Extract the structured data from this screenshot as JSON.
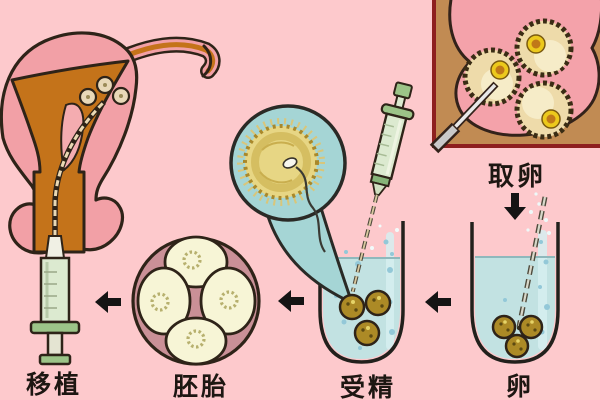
{
  "diagram": {
    "type": "medical-process-illustration",
    "subject": "in-vitro fertilization steps",
    "flow_direction": "right-to-left"
  },
  "stages": [
    {
      "id": "retrieval",
      "label": "取卵"
    },
    {
      "id": "egg",
      "label": "卵"
    },
    {
      "id": "fertilization",
      "label": "受精"
    },
    {
      "id": "embryo",
      "label": "胚胎"
    },
    {
      "id": "transfer",
      "label": "移植"
    }
  ],
  "figure_counts": {
    "follicles_in_ovary_inset": 3,
    "eggs_in_collection_beaker": 3,
    "eggs_in_fertilization_beaker": 3,
    "embryo_cells": 4,
    "embryos_in_uterus": 3,
    "left_arrows": 3,
    "down_arrows": 1
  },
  "colors": {
    "background": "#fdc9cc",
    "outline": "#2e2318",
    "uterus_pink": "#f2a0a6",
    "uterus_cavity_orange": "#c4731a",
    "beaker_water": "#c2e2e2",
    "callout_blue": "#a5d5d5",
    "egg_gold": "#ac8a26",
    "embryo_ring_mauve": "#ca9097",
    "embryo_cell_cream": "#f7f5d6",
    "inset_background_tan": "#c18b53",
    "inset_border_red": "#8e1f1f",
    "follicle_cream": "#eedbaa",
    "oocyte_yellow": "#ecc91c",
    "syringe_green": "#dcead0",
    "arrow_black": "#141414"
  }
}
